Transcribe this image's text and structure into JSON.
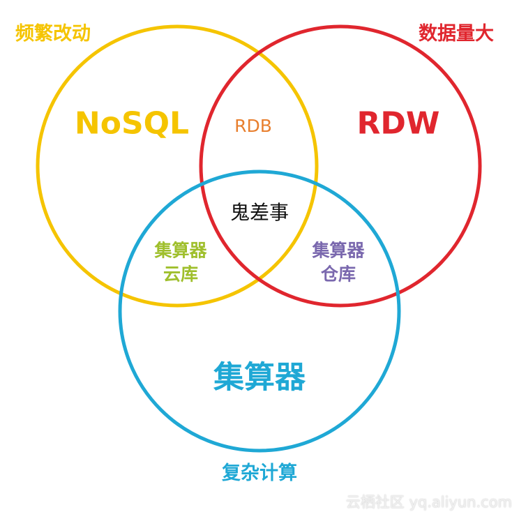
{
  "labels": {
    "top_left": "频繁改动",
    "top_right": "数据量大",
    "nosql": "NoSQL",
    "rdb": "RDB",
    "rdw": "RDW",
    "center": "鬼差事",
    "cloud_line1": "集算器",
    "cloud_line2": "云库",
    "warehouse_line1": "集算器",
    "warehouse_line2": "仓库",
    "esproc": "集算器",
    "bottom": "复杂计算"
  },
  "watermark": "云栖社区 yq.aliyun.com",
  "colors": {
    "yellow": "#f5c400",
    "red": "#e0262e",
    "blue": "#1fa8d5",
    "orange": "#e87f2e",
    "green": "#9fbf2c",
    "purple": "#7a68ae",
    "black": "#111111"
  }
}
